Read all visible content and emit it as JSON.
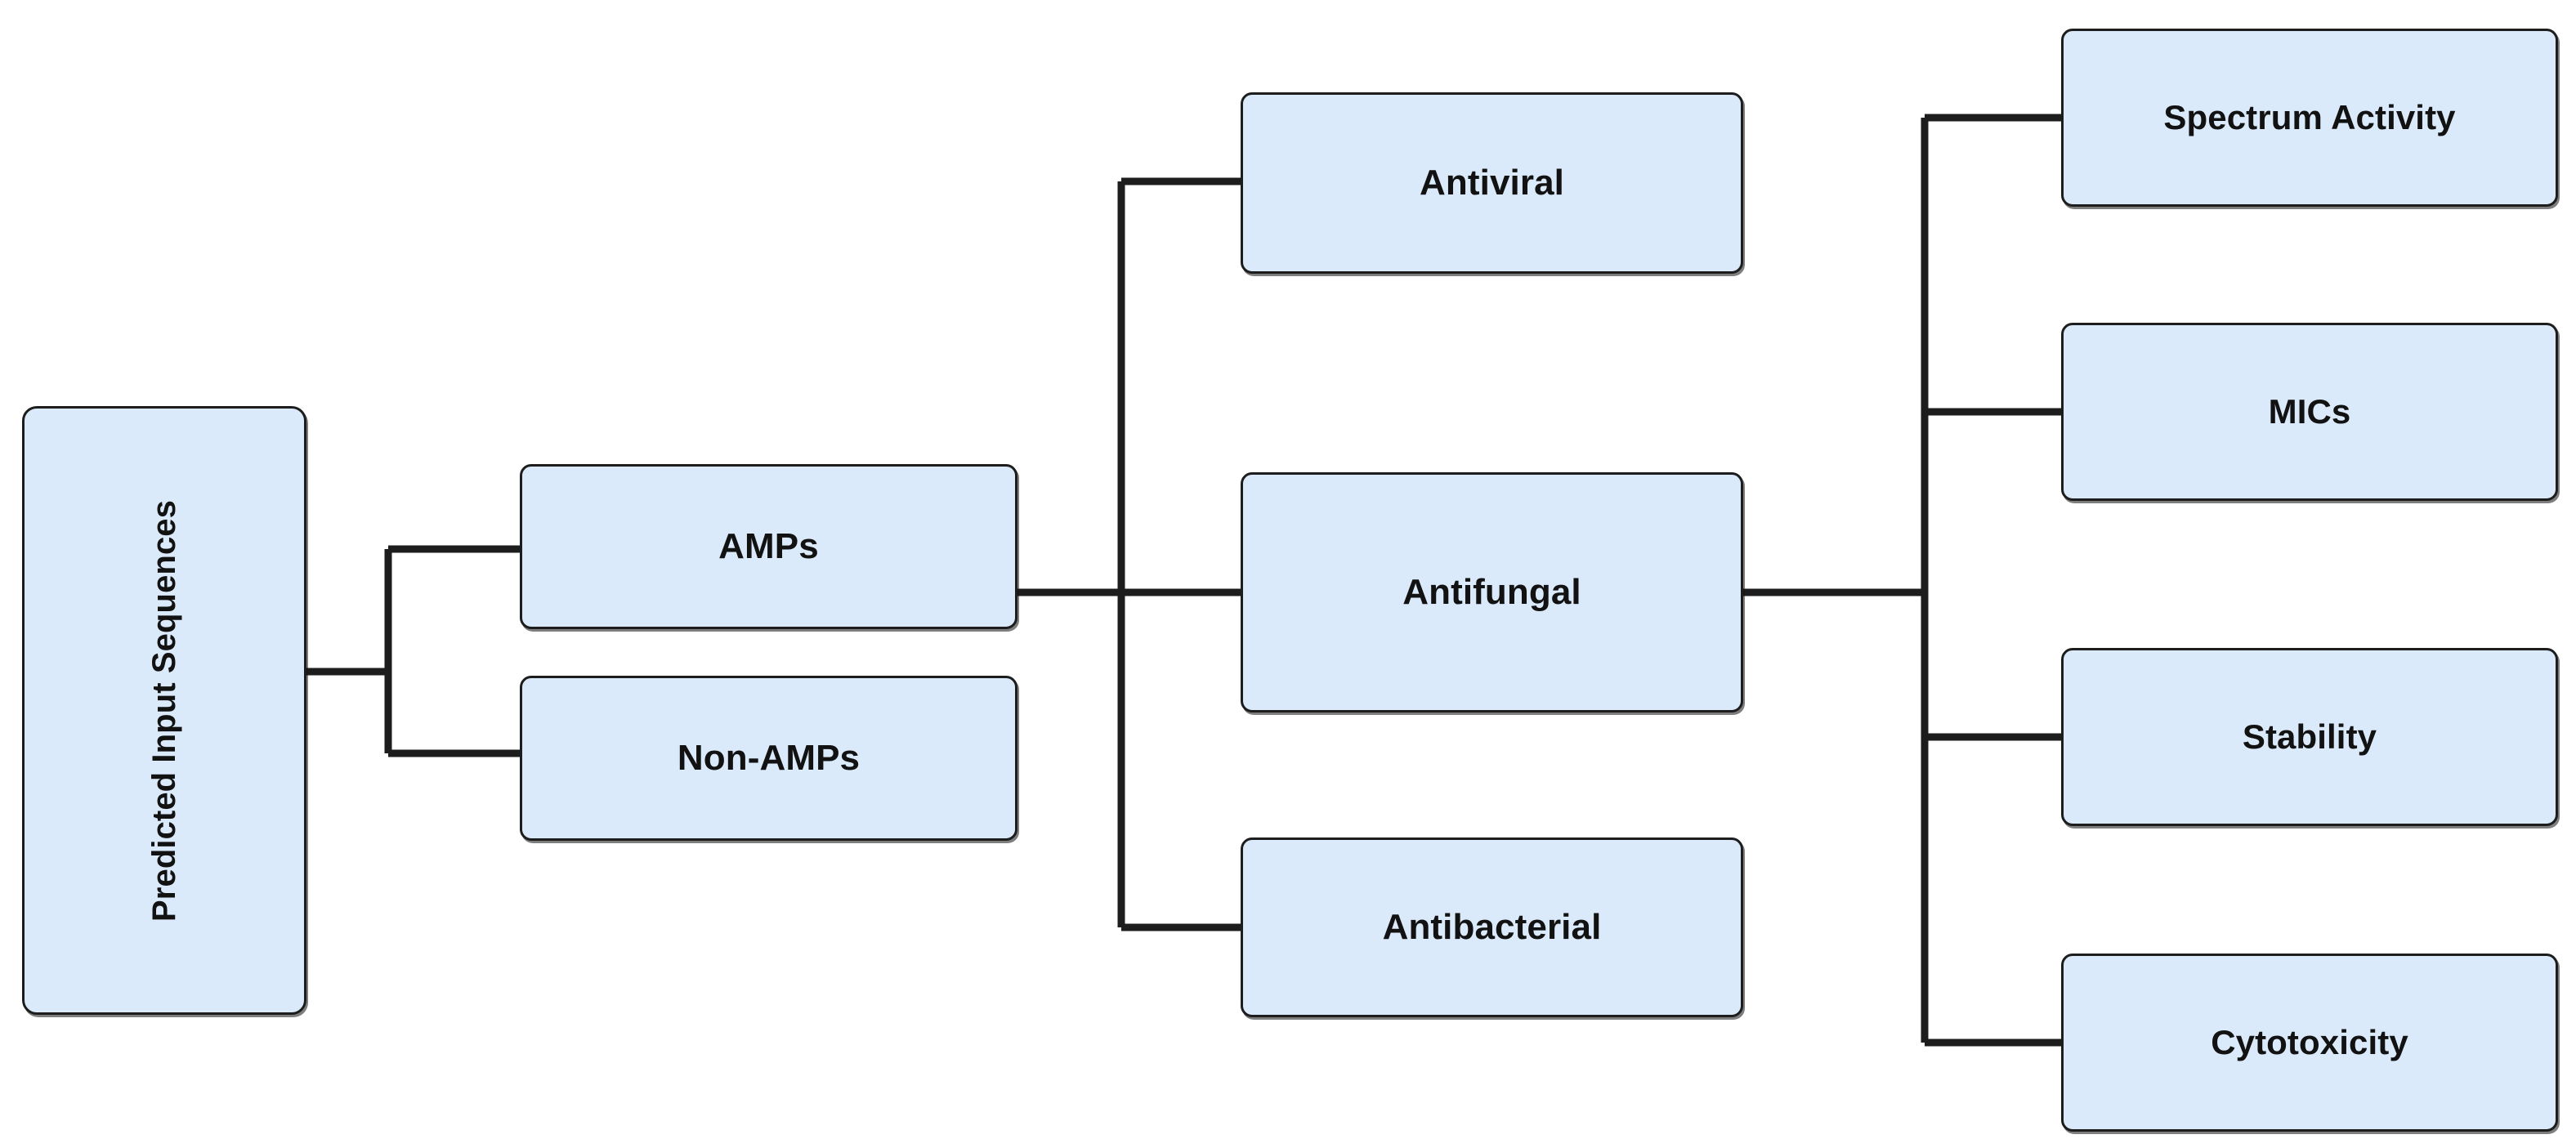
{
  "diagram": {
    "title": "Predicted sequence classification flowchart",
    "background_color": "#ffffff",
    "node_fill_color": "#dbeafb",
    "node_border_color": "#1d1d1d",
    "edge_color": "#1d1d1d",
    "text_color": "#121212"
  },
  "nodes": {
    "root": {
      "label": "Predicted Input Sequences",
      "orientation": "vertical"
    },
    "amps": {
      "label": "AMPs"
    },
    "non_amps": {
      "label": "Non-AMPs"
    },
    "antiviral": {
      "label": "Antiviral"
    },
    "antifungal": {
      "label": "Antifungal"
    },
    "antibacterial": {
      "label": "Antibacterial"
    },
    "spectrum_activity": {
      "label": "Spectrum Activity"
    },
    "mics": {
      "label": "MICs"
    },
    "stability": {
      "label": "Stability"
    },
    "cytotoxicity": {
      "label": "Cytotoxicity"
    }
  },
  "levels": [
    {
      "name": "input",
      "members": [
        "root"
      ]
    },
    {
      "name": "classification",
      "members": [
        "amps",
        "non_amps"
      ]
    },
    {
      "name": "activity-type",
      "members": [
        "antiviral",
        "antifungal",
        "antibacterial"
      ]
    },
    {
      "name": "evaluation-metrics",
      "members": [
        "spectrum_activity",
        "mics",
        "stability",
        "cytotoxicity"
      ]
    }
  ],
  "edges": [
    {
      "from": "root",
      "to": "amps"
    },
    {
      "from": "root",
      "to": "non_amps"
    },
    {
      "from": "amps",
      "to": "antiviral"
    },
    {
      "from": "amps",
      "to": "antifungal"
    },
    {
      "from": "amps",
      "to": "antibacterial"
    },
    {
      "from": "antifungal",
      "to": "spectrum_activity"
    },
    {
      "from": "antifungal",
      "to": "mics"
    },
    {
      "from": "antifungal",
      "to": "stability"
    },
    {
      "from": "antifungal",
      "to": "cytotoxicity"
    }
  ]
}
